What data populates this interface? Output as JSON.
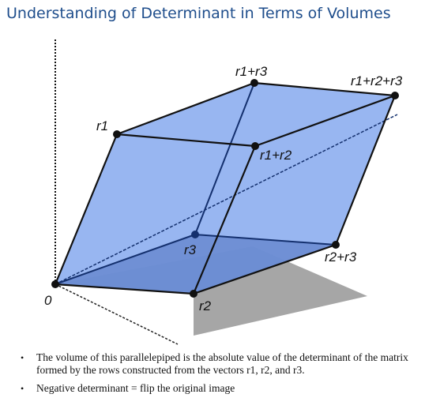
{
  "title": "Understanding of Determinant in Terms of Volumes",
  "vertices": {
    "origin": "0",
    "r1": "r1",
    "r2": "r2",
    "r3": "r3",
    "r1_r2": "r1+r2",
    "r1_r3": "r1+r3",
    "r2_r3": "r2+r3",
    "r1_r2_r3": "r1+r2+r3"
  },
  "bullets": [
    "The volume of this parallelepiped is the absolute value of the determinant of the matrix formed by the rows constructed from the vectors r1, r2, and r3.",
    "Negative determinant  = flip the original image"
  ],
  "colors": {
    "title": "#1f4e8c",
    "fill": "#8fb0f0",
    "shadow": "#a6a6a6",
    "lines": "#14306e"
  }
}
